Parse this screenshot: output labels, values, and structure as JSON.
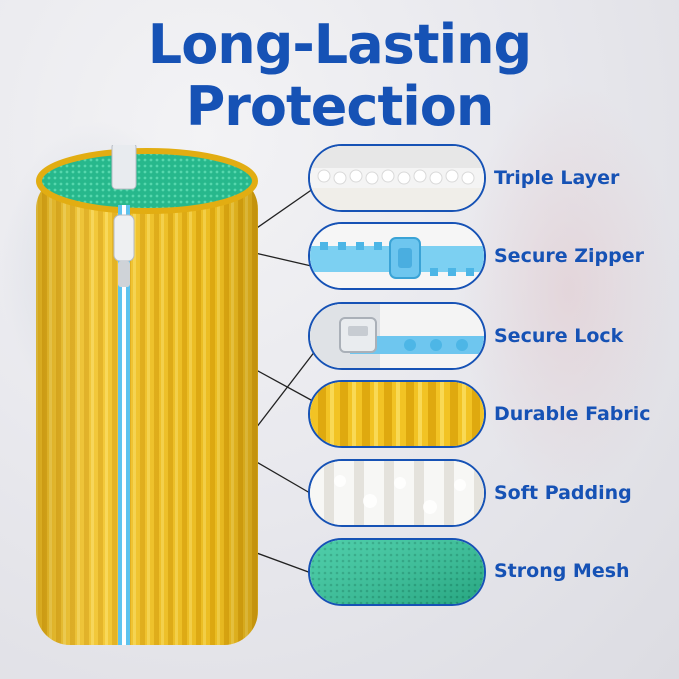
{
  "title": {
    "line1": "Long-Lasting",
    "line2": "Protection"
  },
  "colors": {
    "brand_blue": "#1652b5",
    "fabric_yellow": "#f2c324",
    "mesh_green": "#2fc59a",
    "zipper_blue": "#5ec3ee"
  },
  "features": [
    {
      "label": "Triple Layer",
      "icon": "triple-layer-swatch"
    },
    {
      "label": "Secure Zipper",
      "icon": "zipper-swatch"
    },
    {
      "label": "Secure Lock",
      "icon": "zipper-lock-swatch"
    },
    {
      "label": "Durable Fabric",
      "icon": "yellow-fabric-swatch"
    },
    {
      "label": "Soft Padding",
      "icon": "white-padding-swatch"
    },
    {
      "label": "Strong Mesh",
      "icon": "green-mesh-swatch"
    }
  ]
}
